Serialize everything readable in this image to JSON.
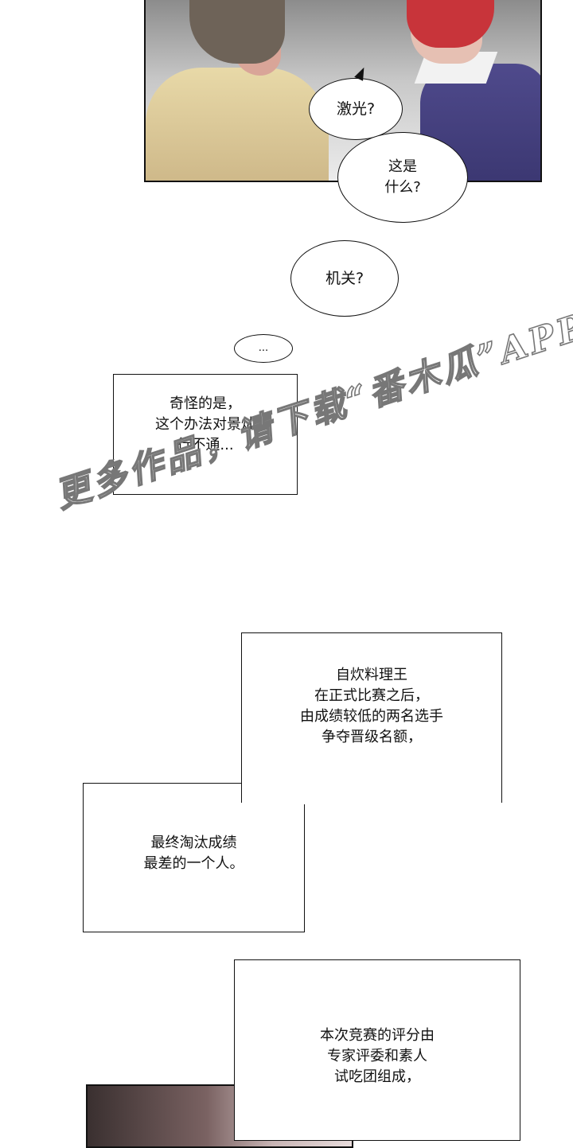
{
  "panels": {
    "top_scene": {
      "description": "man in glasses and red-haired young man",
      "bubbles": [
        {
          "text": "激光?"
        },
        {
          "text": "这是\n什么?"
        }
      ]
    },
    "standalone_bubbles": [
      {
        "text": "机关?"
      },
      {
        "text": "..."
      }
    ],
    "captions": [
      {
        "text": "奇怪的是，\n这个办法对景灿\n行不通..."
      },
      {
        "text": "自炊料理王\n在正式比赛之后，\n由成绩较低的两名选手\n争夺晋级名额，"
      },
      {
        "text": "最终淘汰成绩\n最差的一个人。"
      },
      {
        "text": "本次竞赛的评分由\n专家评委和素人\n试吃团组成，"
      }
    ]
  },
  "watermark": {
    "text": "更多作品，请下载“番木瓜”APP。"
  }
}
